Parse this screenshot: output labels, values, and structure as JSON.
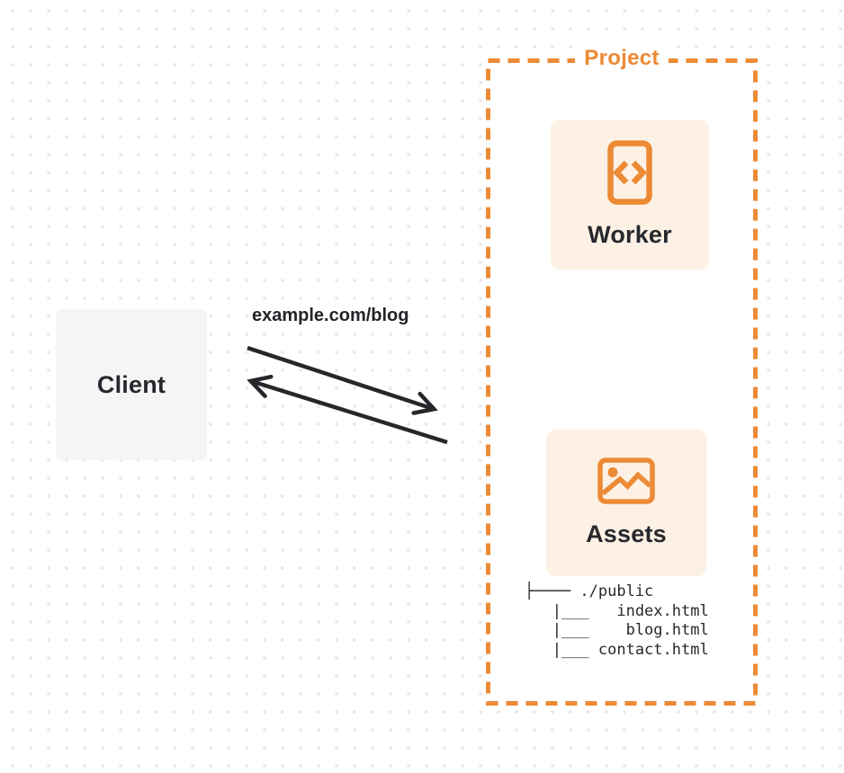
{
  "colors": {
    "accent_orange": "#ed8a35",
    "card_background": "#fcf1e4",
    "client_background": "#f5f5f6",
    "text_dark": "#26282d",
    "arrow": "#26272b",
    "grid_dot": "#e5e6e8"
  },
  "client": {
    "label": "Client"
  },
  "request": {
    "label": "example.com/blog"
  },
  "project": {
    "label": "Project",
    "worker": {
      "label": "Worker",
      "icon": "code-file-icon"
    },
    "assets": {
      "label": "Assets",
      "icon": "image-icon",
      "tree": "├──── ./public\n   |___   index.html\n   |___    blog.html\n   |___ contact.html"
    }
  }
}
